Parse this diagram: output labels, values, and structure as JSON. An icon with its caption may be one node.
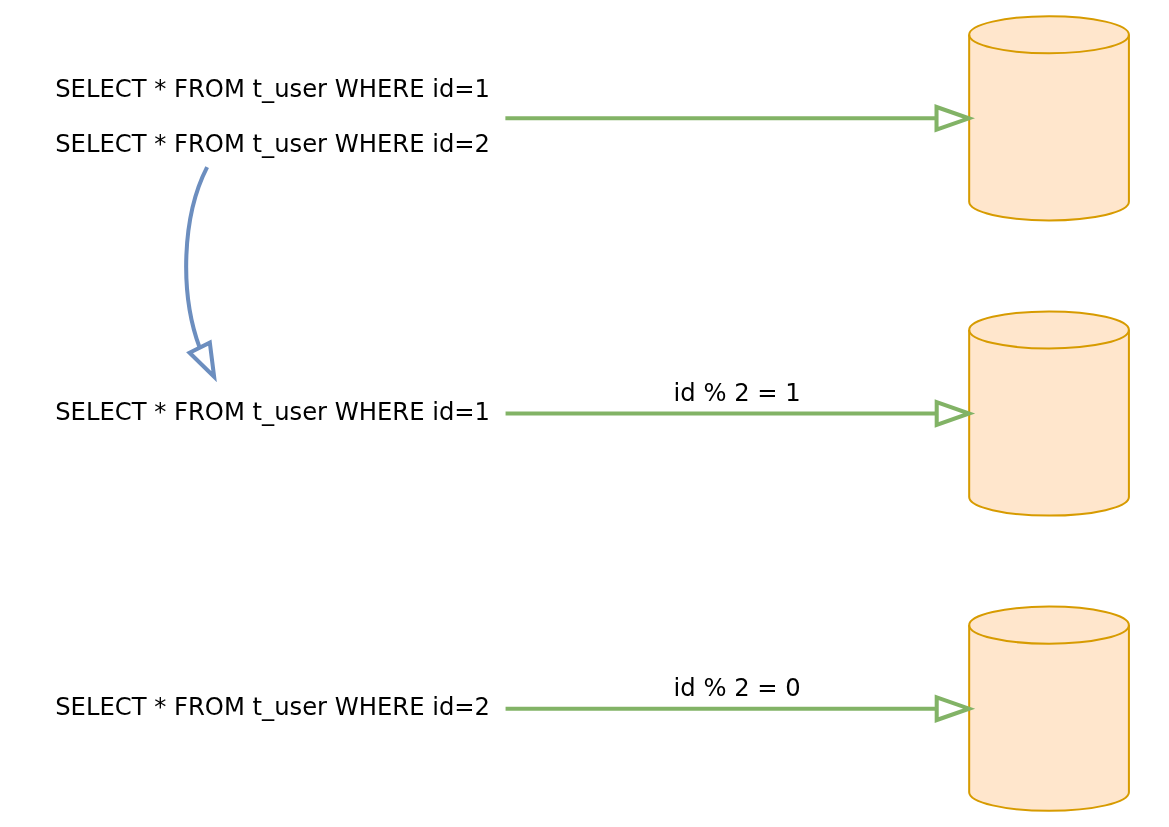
{
  "diagram": {
    "nodes": [
      {
        "text": [
          "SELECT * FROM t_user WHERE id=1",
          "SELECT * FROM t_user WHERE id=2"
        ]
      },
      {
        "text": [],
        "shape": "cylinder"
      },
      {
        "text": [
          "SELECT * FROM t_user WHERE id=1"
        ]
      },
      {
        "text": [],
        "shape": "cylinder"
      },
      {
        "text": [
          "SELECT * FROM t_user WHERE id=2"
        ]
      },
      {
        "text": [],
        "shape": "cylinder"
      }
    ],
    "edges": [
      {
        "from": 0,
        "to": 1,
        "arrow": "to"
      },
      {
        "from": 0,
        "to": 2,
        "arrow": "to",
        "color": "#6c8ebf"
      },
      {
        "from": 2,
        "to": 3,
        "arrow": "to",
        "label": "id % 2 = 1"
      },
      {
        "from": 4,
        "to": 5,
        "arrow": "to",
        "label": "id % 2 = 0"
      }
    ]
  }
}
